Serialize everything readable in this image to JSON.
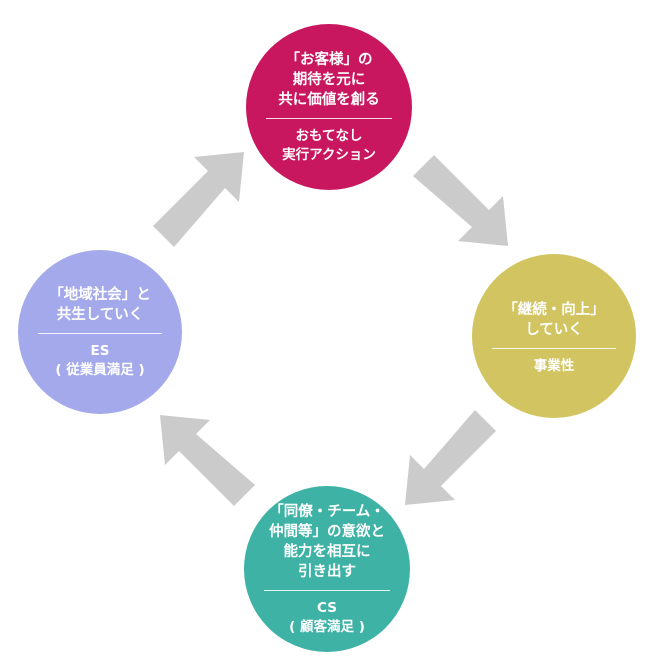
{
  "colors": {
    "top": "#c8175e",
    "right": "#d1c461",
    "bottom": "#3fb2a6",
    "left": "#a3a9ea",
    "arrow": "#cbcbcb"
  },
  "nodes": {
    "top": {
      "main": "「お客様」の\n期待を元に\n共に価値を創る",
      "sub": "おもてなし\n実行アクション"
    },
    "right": {
      "main": "「継続・向上」\nしていく",
      "sub": "事業性"
    },
    "bottom": {
      "main": "「同僚・チーム・\n仲間等」の意欲と\n能力を相互に\n引き出す",
      "sub": "CS\n( 顧客満足 )"
    },
    "left": {
      "main": "「地域社会」と\n共生していく",
      "sub": "ES\n( 従業員満足 )"
    }
  }
}
